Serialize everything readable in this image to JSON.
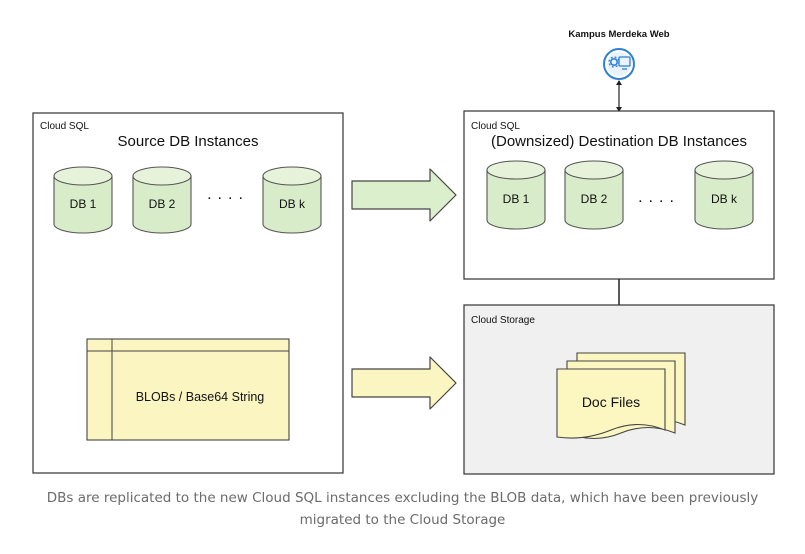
{
  "web_app": {
    "label": "Kampus Merdeka Web",
    "icon": "web-app-gear-icon"
  },
  "source_box": {
    "label": "Cloud SQL",
    "title": "Source DB Instances",
    "dbs": [
      "DB 1",
      "DB 2",
      "DB k"
    ],
    "ellipsis": "....",
    "blob_label": "BLOBs / Base64 String"
  },
  "destination_box": {
    "label": "Cloud SQL",
    "title": "(Downsized) Destination DB Instances",
    "dbs": [
      "DB 1",
      "DB 2",
      "DB k"
    ],
    "ellipsis": "...."
  },
  "storage_box": {
    "label": "Cloud Storage",
    "doc_label": "Doc Files"
  },
  "caption": "DBs are replicated to the new Cloud SQL instances excluding the BLOB data, which have been previously migrated to the Cloud Storage",
  "colors": {
    "db_fill": "#d9ecc9",
    "db_stroke": "#555555",
    "arrow_fill": "#dcefcc",
    "blob_fill": "#fbf5c2",
    "doc_fill": "#fcf6c0",
    "storage_bg": "#f0f0f0",
    "web_icon": "#2f7fd4"
  }
}
